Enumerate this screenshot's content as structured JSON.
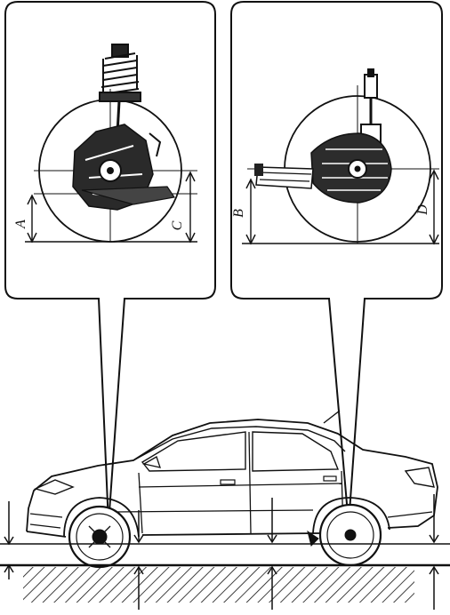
{
  "figure": {
    "left_detail": {
      "labels": {
        "a": "A",
        "c": "C"
      }
    },
    "right_detail": {
      "labels": {
        "b": "B",
        "d": "D"
      }
    }
  }
}
